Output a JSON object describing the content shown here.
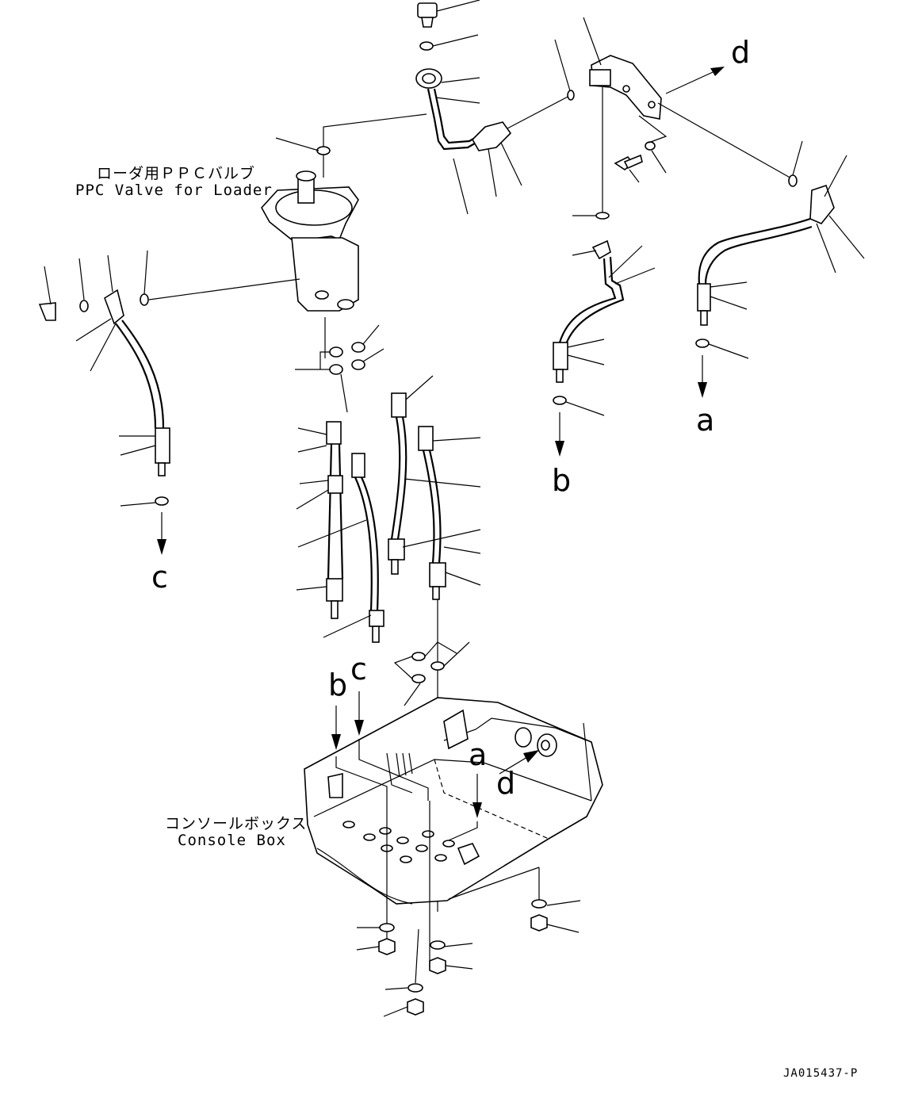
{
  "labels": {
    "ppc_valve_jp": "ローダ用ＰＰＣバルブ",
    "ppc_valve_en": "PPC Valve for Loader",
    "console_box_jp": "コンソールボックス",
    "console_box_en": "Console Box",
    "drawing_code": "JA015437-P"
  },
  "connection_letters": {
    "a_top": "a",
    "b_top": "b",
    "c_top": "c",
    "d_top": "d",
    "a_bottom": "a",
    "b_bottom": "b",
    "c_bottom": "c",
    "d_bottom": "d"
  }
}
